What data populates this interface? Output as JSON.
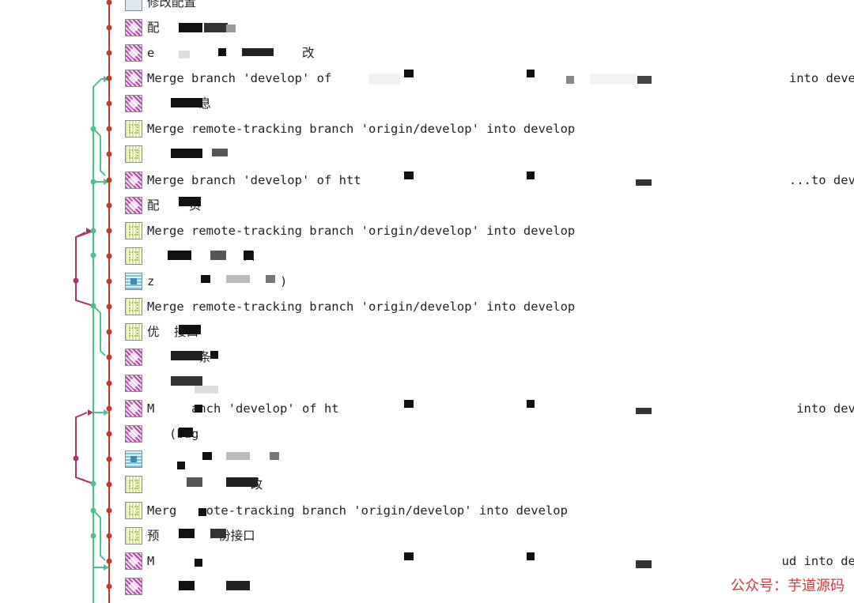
{
  "commits": [
    {
      "avatar": "grey",
      "message": "修改配置"
    },
    {
      "avatar": "purple",
      "message": "配"
    },
    {
      "avatar": "purple",
      "message": "e                    改"
    },
    {
      "avatar": "purple",
      "message": "Merge branch 'develop' of                                                              into develop"
    },
    {
      "avatar": "purple",
      "message": "       息"
    },
    {
      "avatar": "green",
      "message": "Merge remote-tracking branch 'origin/develop' into develop"
    },
    {
      "avatar": "green",
      "message": ""
    },
    {
      "avatar": "purple",
      "message": "Merge branch 'develop' of htt                                                          ...to develop"
    },
    {
      "avatar": "purple",
      "message": "配    页"
    },
    {
      "avatar": "green",
      "message": "Merge remote-tracking branch 'origin/develop' into develop"
    },
    {
      "avatar": "green",
      "message": "             口"
    },
    {
      "avatar": "blue",
      "message": "z                 )"
    },
    {
      "avatar": "green",
      "message": "Merge remote-tracking branch 'origin/develop' into develop"
    },
    {
      "avatar": "green",
      "message": "优  接口"
    },
    {
      "avatar": "purple",
      "message": "       条"
    },
    {
      "avatar": "purple",
      "message": ""
    },
    {
      "avatar": "purple",
      "message": "M     anch 'develop' of ht                                                              into develop"
    },
    {
      "avatar": "purple",
      "message": "   (bug"
    },
    {
      "avatar": "blue",
      "message": ""
    },
    {
      "avatar": "green",
      "message": "              改"
    },
    {
      "avatar": "green",
      "message": "Merg    ote-tracking branch 'origin/develop' into develop"
    },
    {
      "avatar": "green",
      "message": "预        份接口"
    },
    {
      "avatar": "purple",
      "message": "M                                                                                     ud into develop"
    },
    {
      "avatar": "purple",
      "message": ""
    }
  ],
  "graph_colors": {
    "main": "#c0392b",
    "branch_green": "#4cc38a",
    "branch_magenta": "#b0306f"
  },
  "watermark": "公众号：芋道源码"
}
